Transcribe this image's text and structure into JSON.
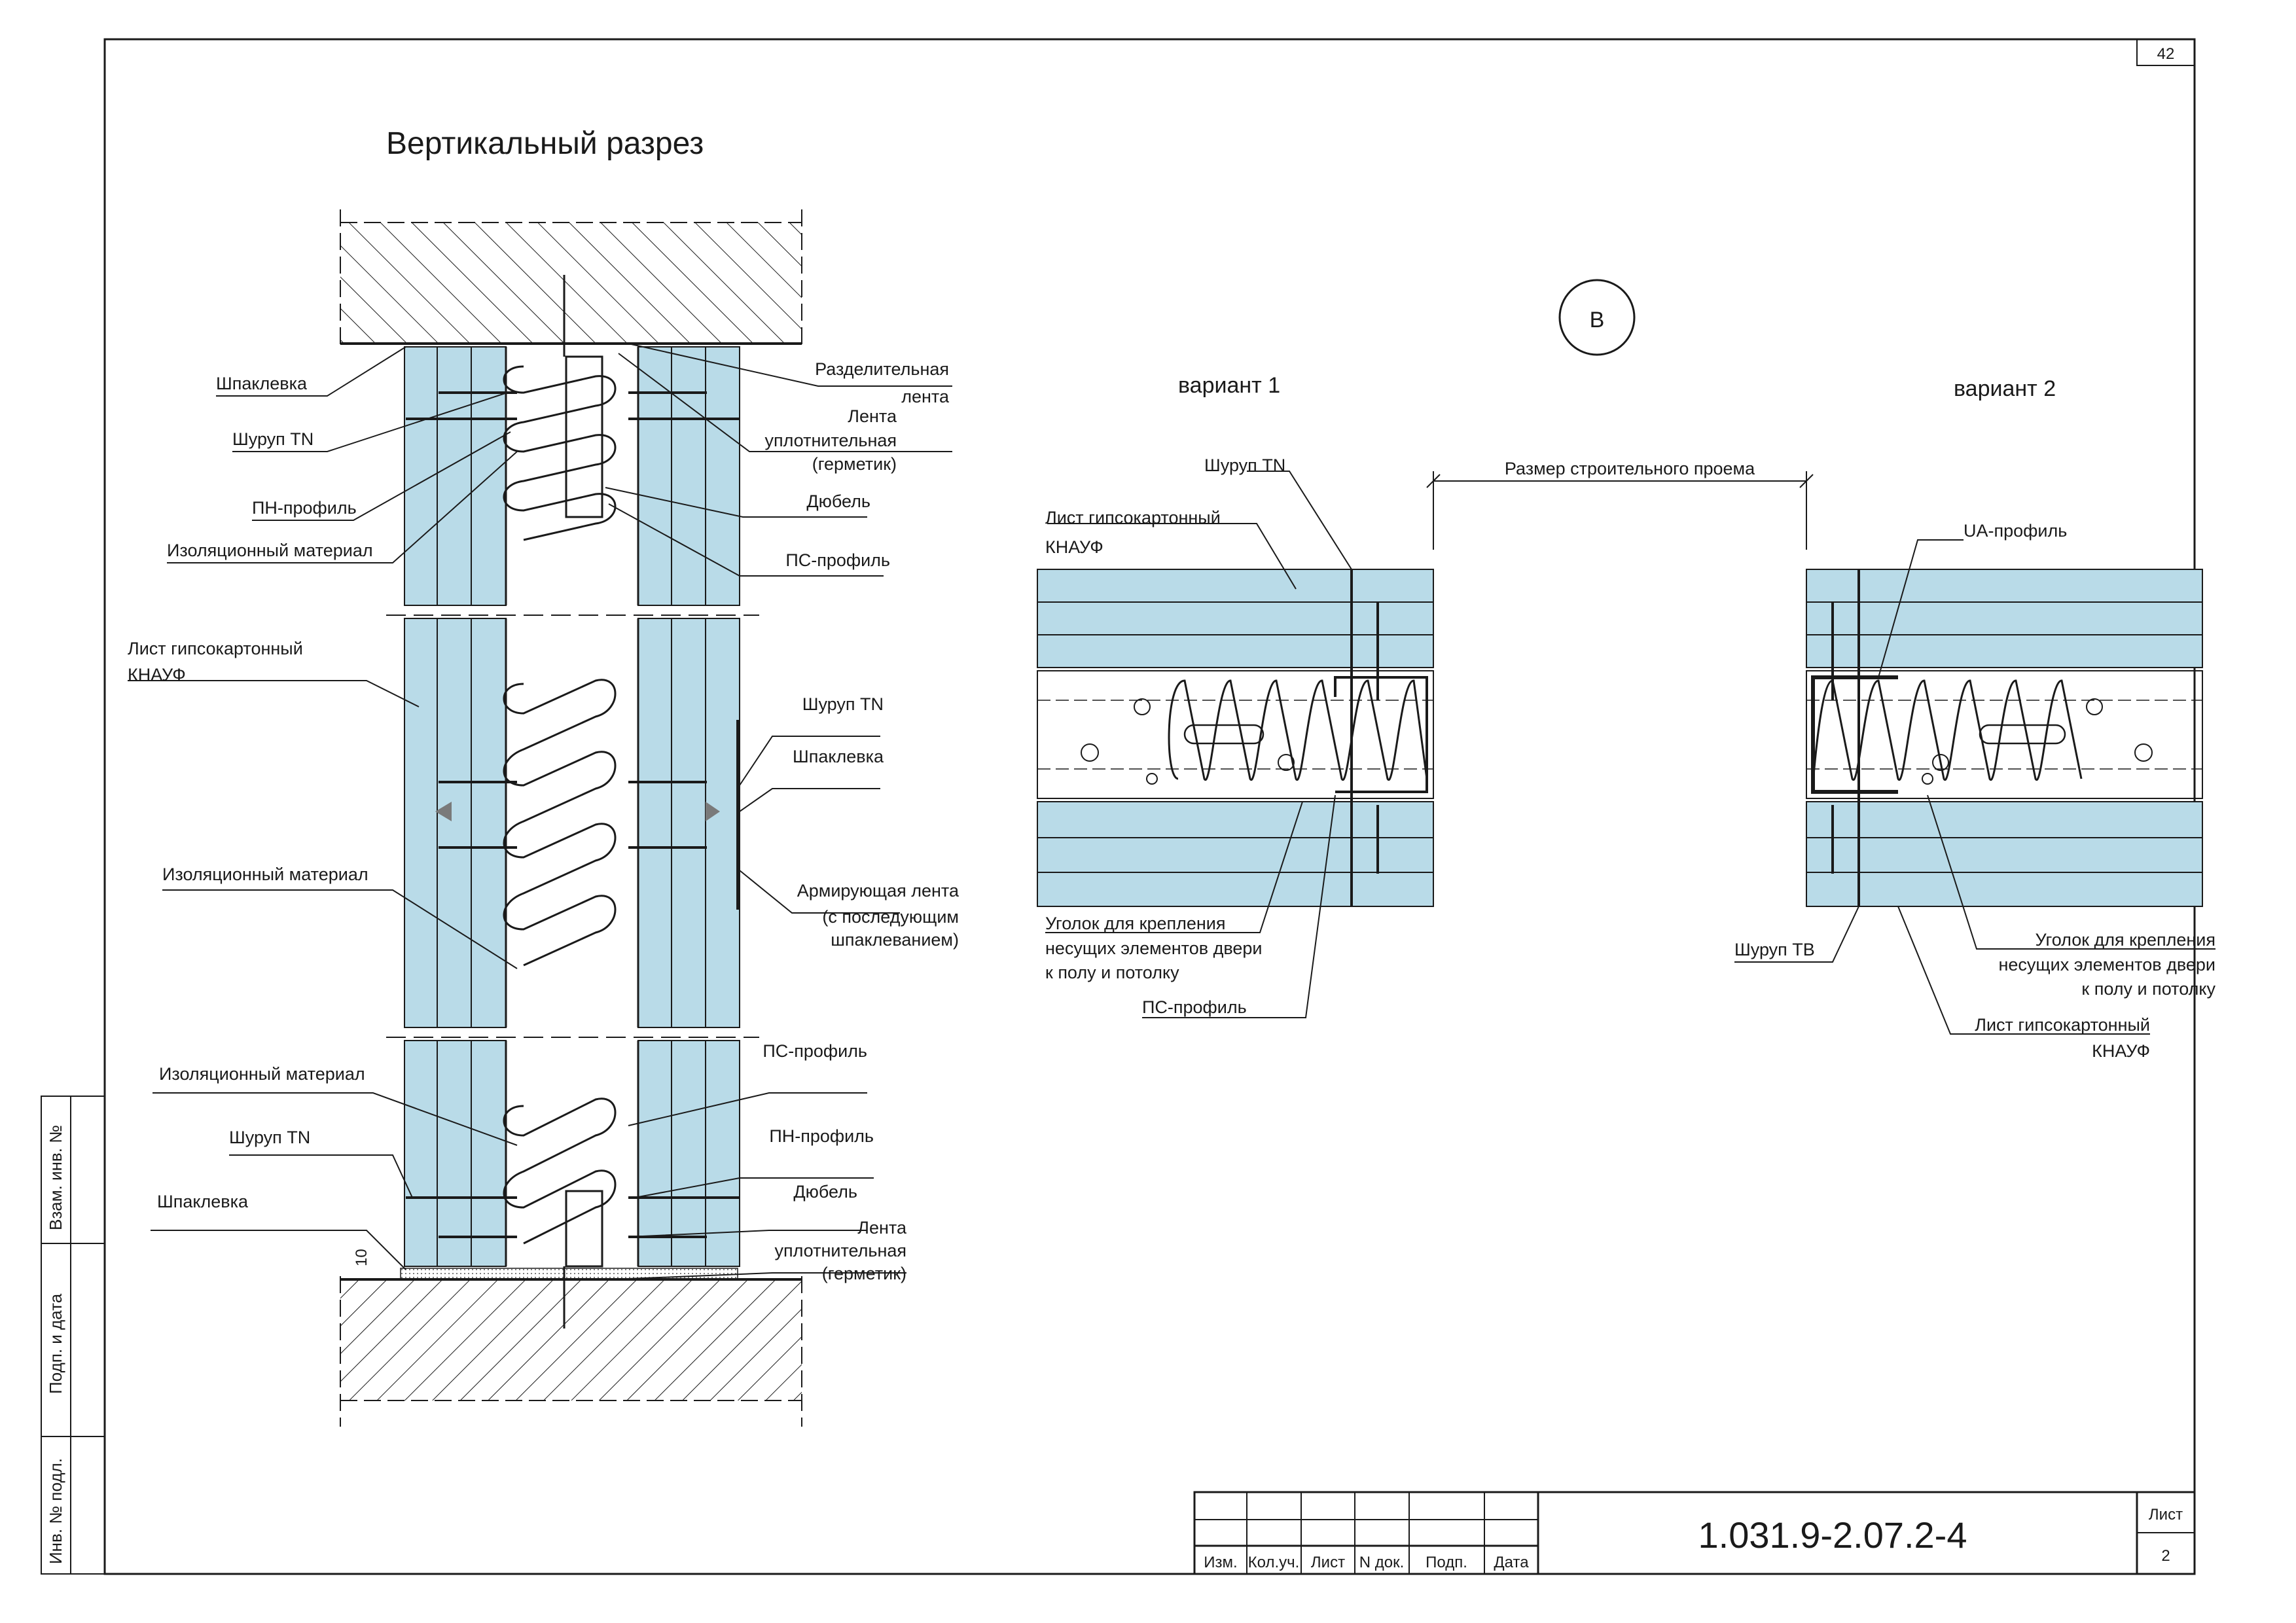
{
  "sheet": {
    "number_top": "42",
    "title": "Вертикальный разрез"
  },
  "section": {
    "labels": {
      "shpaklevka_1": "Шпаклевка",
      "shurup_tn_1": "Шуруп TN",
      "pn_profil_1": "ПН-профиль",
      "izol_1": "Изоляционный материал",
      "razdel_1": "Разделительная",
      "razdel_2": "лента",
      "lenta_top_1": "Лента",
      "lenta_top_2": "уплотнительная",
      "lenta_top_3": "(герметик)",
      "dubel_1": "Дюбель",
      "ps_profil_1": "ПС-профиль",
      "list_1": "Лист гипсокартонный",
      "list_2": "КНАУФ",
      "shurup_tn_2": "Шуруп TN",
      "shpaklevka_2": "Шпаклевка",
      "izol_2": "Изоляционный материал",
      "arm_1": "Армирующая лента",
      "arm_2": "(с последующим",
      "arm_3": "шпаклеванием)",
      "izol_3": "Изоляционный материал",
      "ps_profil_2": "ПС-профиль",
      "shurup_tn_3": "Шуруп TN",
      "pn_profil_2": "ПН-профиль",
      "shpaklevka_3": "Шпаклевка",
      "dubel_2": "Дюбель",
      "lenta_bot_1": "Лента",
      "lenta_bot_2": "уплотнительная",
      "lenta_bot_3": "(герметик)",
      "dim_10": "10"
    }
  },
  "detail_b": {
    "marker": "В",
    "variant1": "вариант 1",
    "variant2": "вариант 2",
    "dim_label": "Размер строительного проема",
    "v1_labels": {
      "shurup_tn": "Шуруп TN",
      "list_1": "Лист гипсокартонный",
      "list_2": "КНАУФ",
      "ugolok_1": "Уголок для крепления",
      "ugolok_2": "несущих элементов двери",
      "ugolok_3": "к полу и потолку",
      "ps_profil": "ПС-профиль"
    },
    "v2_labels": {
      "ua_profil": "UA-профиль",
      "shurup_tb": "Шуруп TB",
      "ugolok_1": "Уголок для крепления",
      "ugolok_2": "несущих элементов двери",
      "ugolok_3": "к полу и потолку",
      "list_1": "Лист гипсокартонный",
      "list_2": "КНАУФ"
    }
  },
  "side_stamp": {
    "vzam": "Взам. инв. №",
    "podp": "Подп. и дата",
    "inv": "Инв. № подл."
  },
  "title_block": {
    "columns": [
      "Изм.",
      "Кол.уч.",
      "Лист",
      "N док.",
      "Подп.",
      "Дата"
    ],
    "code": "1.031.9-2.07.2-4",
    "list_label": "Лист",
    "list_value": "2"
  },
  "colors": {
    "board": "#b9dbe8",
    "line": "#1a1a1a",
    "concrete_hatch": "#1a1a1a"
  }
}
